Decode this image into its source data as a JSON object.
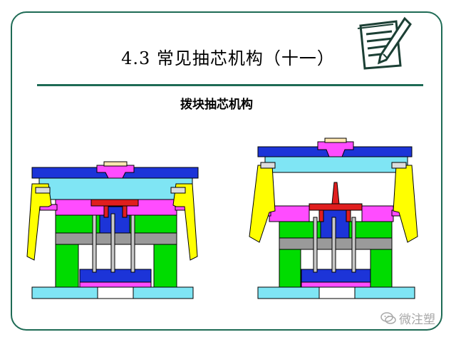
{
  "slide": {
    "title": "4.3   常见抽芯机构（十一）",
    "subtitle": "拨块抽芯机构"
  },
  "watermark": {
    "text": "微注塑"
  },
  "icons": {
    "note": "notepad-pencil-icon",
    "watermark_logo": "wechat-logo-icon"
  },
  "colors": {
    "frame": "#1e6b55",
    "plate_blue": "#1c34d8",
    "plate_cyan": "#7fe5f4",
    "plate_green": "#00dc00",
    "plate_gray": "#9a9a9a",
    "magenta": "#ff4cff",
    "red": "#e01e1e",
    "yellow": "#ffff00",
    "white_block": "#ffffff"
  },
  "diagrams": [
    {
      "state": "closed"
    },
    {
      "state": "open"
    }
  ]
}
